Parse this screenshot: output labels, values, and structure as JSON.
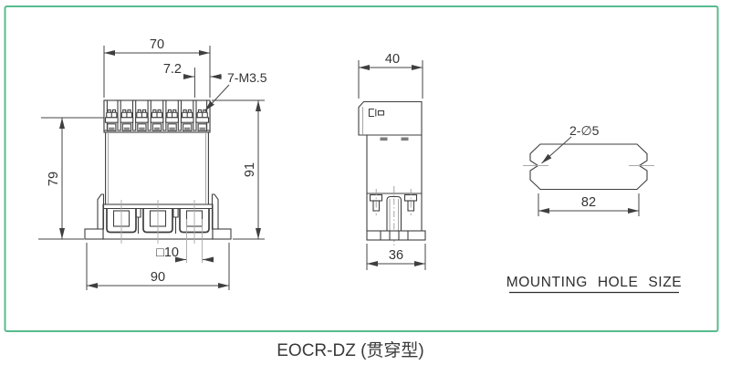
{
  "drawing": {
    "caption": "EOCR-DZ (贯穿型)",
    "front_view": {
      "dim_top_width": "70",
      "dim_terminal_pitch": "7.2",
      "terminal_label": "7-M3.5",
      "dim_left_height": "79",
      "dim_right_height": "91",
      "dim_square_hole": "□10",
      "dim_bottom_width": "90"
    },
    "side_view": {
      "dim_top_width": "40",
      "dim_bottom_width": "36"
    },
    "mounting_hole_view": {
      "hole_label": "2-∅5",
      "dim_width": "82",
      "title": "MOUNTING HOLE SIZE"
    },
    "colors": {
      "border_green": "#58bb8e",
      "line_dark": "#3f3f3f",
      "text": "#333333"
    }
  }
}
